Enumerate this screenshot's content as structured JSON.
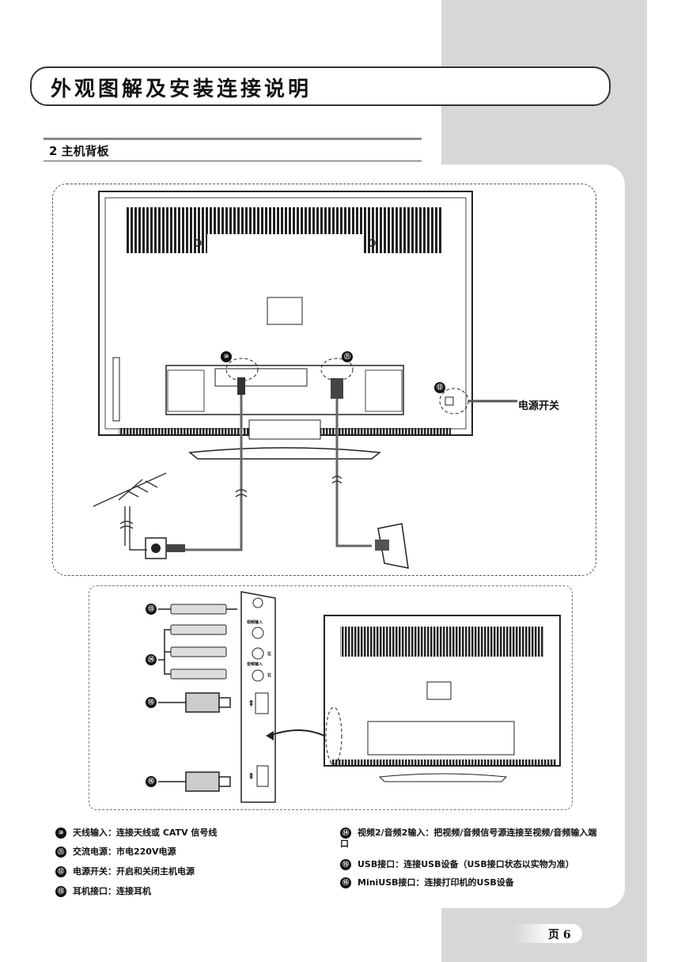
{
  "header": {
    "title": "外观图解及安装连接说明"
  },
  "section": {
    "title": "2 主机背板"
  },
  "diagram": {
    "power_switch_label": "电源开关",
    "callouts": [
      "⑩",
      "⑪",
      "⑫",
      "⑬",
      "⑭",
      "⑮",
      "⑯"
    ],
    "jack_labels": {
      "video_in": "视频输入",
      "audio_in": "音频输入",
      "left": "左",
      "right": "右"
    }
  },
  "legend": [
    {
      "num": "⑩",
      "text": "天线输入：连接天线或 CATV 信号线"
    },
    {
      "num": "⑪",
      "text": "交流电源：市电220V电源"
    },
    {
      "num": "⑫",
      "text": "电源开关：开启和关闭主机电源"
    },
    {
      "num": "⑬",
      "text": "耳机接口：连接耳机"
    },
    {
      "num": "⑭",
      "text": "视频2/音频2输入：把视频/音频信号源连接至视频/音频输入端口"
    },
    {
      "num": "⑮",
      "text": "USB接口：连接USB设备（USB接口状态以实物为准）"
    },
    {
      "num": "⑯",
      "text": "MiniUSB接口：连接打印机的USB设备"
    }
  ],
  "footer": {
    "page_label": "页 6"
  }
}
